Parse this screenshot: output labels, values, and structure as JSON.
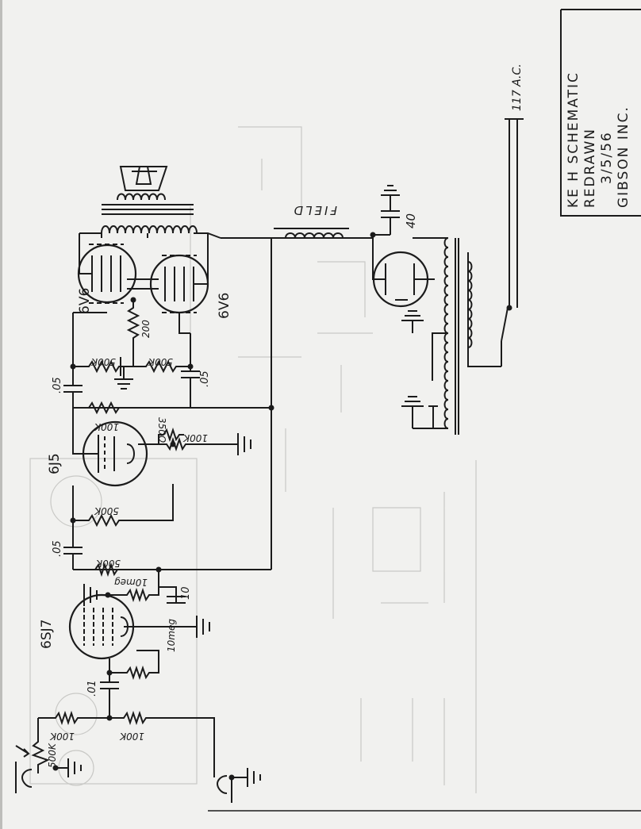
{
  "title_block": {
    "line1": "KE H SCHEMATIC",
    "line2": "REDRAWN",
    "line3": "3/5/56",
    "line4": "GIBSON INC."
  },
  "supply_label": "117 A.C.",
  "tubes": {
    "output_a": "6V6",
    "output_b": "6V6",
    "driver": "6J5",
    "preamp": "6SJ7"
  },
  "components": {
    "field_coil": "FIELD",
    "filter_cap": "40",
    "cathode_res_output": "200",
    "grid_res_a": "500K",
    "grid_res_b": "500K",
    "coupling_cap_a": ".05",
    "coupling_cap_b": ".05",
    "plate_res_driver": "100K",
    "cathode_res_driver": "350Ω",
    "cathode_bypass_driver": "100K",
    "grid_res_driver": "500K",
    "coupling_cap_pre": ".05",
    "plate_res_pre": "500K",
    "screen_res_pre": "10meg",
    "screen_cap_pre": "10",
    "input_cap": ".01",
    "grid_res_pre": "10meg",
    "input_res_a": "100K",
    "input_res_b": "100K",
    "volume_pot": "500K"
  }
}
